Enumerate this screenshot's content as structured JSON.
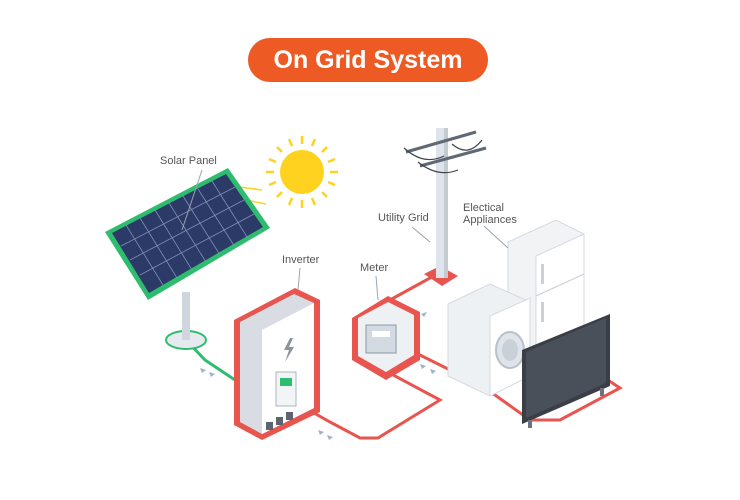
{
  "title": "On Grid System",
  "labels": {
    "solar_panel": "Solar Panel",
    "inverter": "Inverter",
    "meter": "Meter",
    "utility_grid": "Utility Grid",
    "appliances_line1": "Electical",
    "appliances_line2": "Appliances"
  },
  "colors": {
    "accent": "#ee5a24",
    "ac_wire": "#e8554e",
    "dc_wire": "#2ebd6e",
    "panel_frame": "#2ebd6e",
    "panel_cells": "#2b3a67",
    "sun": "#ffd21f",
    "inverter_body": "#d9dde3",
    "inverter_frame": "#e8554e",
    "tv_screen": "#3a3f47"
  },
  "icons": [
    "sun-icon",
    "lightning-bolt-icon"
  ]
}
